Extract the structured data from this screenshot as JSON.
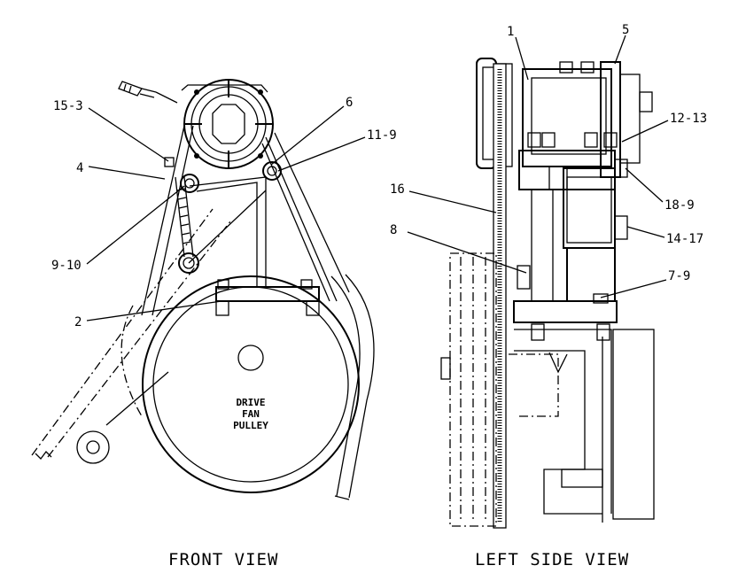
{
  "views": {
    "front_title": "FRONT VIEW",
    "side_title": "LEFT SIDE VIEW"
  },
  "pulley_text": [
    "DRIVE",
    "FAN",
    "PULLEY"
  ],
  "callouts": {
    "c15_3": "15-3",
    "c4": "4",
    "c9_10": "9-10",
    "c2": "2",
    "c6": "6",
    "c11_9": "11-9",
    "c1": "1",
    "c5": "5",
    "c12_13": "12-13",
    "c16": "16",
    "c18_9": "18-9",
    "c8": "8",
    "c14_17": "14-17",
    "c7_9": "7-9"
  }
}
